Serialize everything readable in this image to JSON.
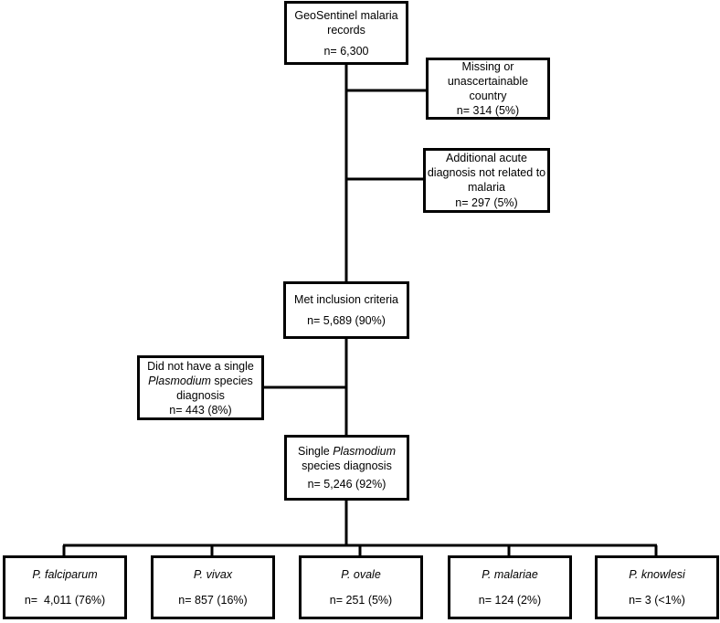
{
  "top": {
    "line1": "GeoSentinel malaria",
    "line2": "records",
    "count": "n= 6,300"
  },
  "excluded": [
    {
      "lines": [
        "Missing or",
        "unascertainable country"
      ],
      "count": "n= 314 (5%)"
    },
    {
      "lines": [
        "Additional acute",
        "diagnosis not related to",
        "malaria"
      ],
      "count": "n= 297 (5%)"
    }
  ],
  "met": {
    "label": "Met inclusion criteria",
    "count": "n= 5,689 (90%)"
  },
  "not_single": {
    "line1": "Did not have a single",
    "line2_italic": "Plasmodium",
    "line2_rest": " species",
    "line3": "diagnosis",
    "count": "n= 443 (8%)"
  },
  "single": {
    "line1_pre": "Single ",
    "line1_italic": "Plasmodium",
    "line2": "species diagnosis",
    "count": "n= 5,246 (92%)"
  },
  "species": [
    {
      "name": "P. falciparum",
      "count": "n=  4,011 (76%)"
    },
    {
      "name": "P. vivax",
      "count": "n= 857 (16%)"
    },
    {
      "name": "P. ovale",
      "count": "n= 251 (5%)"
    },
    {
      "name": "P. malariae",
      "count": "n= 124 (2%)"
    },
    {
      "name": "P. knowlesi",
      "count": "n= 3 (<1%)"
    }
  ]
}
